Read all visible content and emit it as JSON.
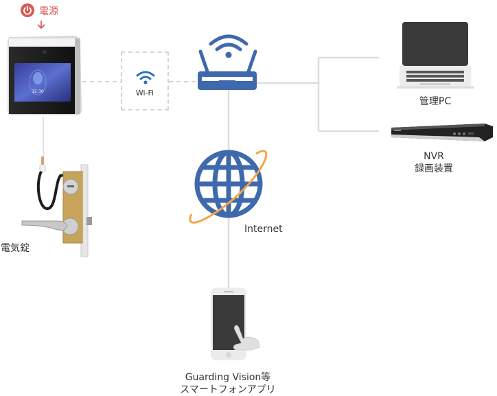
{
  "colors": {
    "brand_blue": "#3f69ad",
    "line_gray": "#dcdcdc",
    "dashed_gray": "#d4d4d4",
    "power_red": "#d85a55",
    "orbit_orange": "#f3a54a",
    "device_dark": "#3a3a3a",
    "device_light": "#ededed"
  },
  "power": {
    "label": "電源",
    "icon": "power-icon",
    "arrow_icon": "arrow-down-icon"
  },
  "terminal": {
    "icon": "face-recognition-terminal",
    "screen_time": "12:30"
  },
  "wifi": {
    "label": "Wi-Fi",
    "icon": "wifi-icon"
  },
  "router": {
    "icon": "router-icon"
  },
  "internet": {
    "label": "Internet",
    "icon": "globe-icon"
  },
  "pc": {
    "label": "管理PC",
    "icon": "laptop-icon"
  },
  "nvr": {
    "label_line1": "NVR",
    "label_line2": "録画装置",
    "icon": "nvr-icon"
  },
  "lock": {
    "label": "電気錠",
    "icon": "electric-lock-icon"
  },
  "smartphone": {
    "label_line1": "Guarding Vision等",
    "label_line2": "スマートフォンアプリ",
    "icon": "smartphone-touch-icon"
  }
}
